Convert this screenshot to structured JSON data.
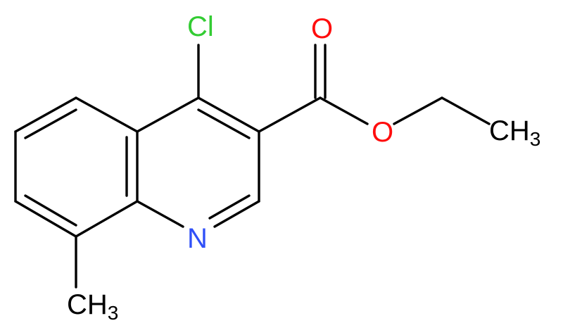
{
  "molecule": {
    "atoms": {
      "chlorine": {
        "text": "Cl",
        "color": "#33cc33"
      },
      "carbonyl_oxygen": {
        "text": "O",
        "color": "#ff0d0d"
      },
      "ester_oxygen": {
        "text": "O",
        "color": "#ff0d0d"
      },
      "ring_nitrogen": {
        "text": "N",
        "color": "#3050f8"
      },
      "ethyl_methyl": {
        "text": "CH",
        "subscript": "3",
        "color": "#000000"
      },
      "ring_methyl": {
        "text": "CH",
        "subscript": "3",
        "color": "#000000"
      }
    },
    "bond_color": "#000000"
  }
}
